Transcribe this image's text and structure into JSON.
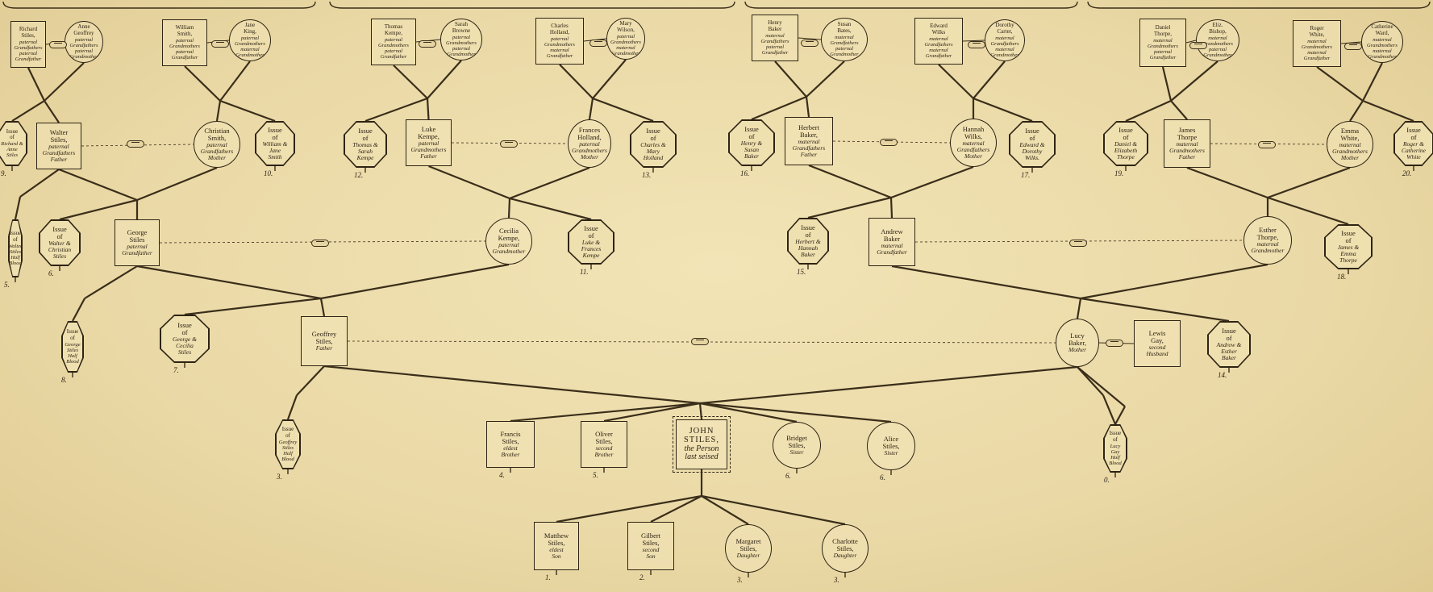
{
  "nodes": [
    {
      "id": "n1",
      "lines": [
        "Richard",
        "Stiles,",
        "paternal",
        "Grandfathers",
        "paternal",
        "Grandfather"
      ]
    },
    {
      "id": "n2",
      "lines": [
        "Anne",
        "Geoffrey",
        "paternal",
        "Grandfathers",
        "paternal",
        "Grandmother"
      ]
    },
    {
      "id": "n3",
      "lines": [
        "William",
        "Smith,",
        "paternal",
        "Grandmothers",
        "paternal",
        "Grandfather"
      ]
    },
    {
      "id": "n4",
      "lines": [
        "Jane",
        "King,",
        "paternal",
        "Grandmothers",
        "maternal",
        "Grandmother"
      ]
    },
    {
      "id": "n5",
      "lines": [
        "Thomas",
        "Kempe,",
        "paternal",
        "Grandmothers",
        "paternal",
        "Grandfather"
      ]
    },
    {
      "id": "n6",
      "lines": [
        "Sarah",
        "Browne",
        "paternal",
        "Grandmothers",
        "paternal",
        "Grandmother"
      ]
    },
    {
      "id": "n7",
      "lines": [
        "Charles",
        "Holland,",
        "paternal",
        "Grandmothers",
        "maternal",
        "Grandfather"
      ]
    },
    {
      "id": "n8",
      "lines": [
        "Mary",
        "Wilson,",
        "paternal",
        "Grandmothers",
        "maternal",
        "Grandmother"
      ]
    },
    {
      "id": "n9",
      "lines": [
        "Henry",
        "Baker",
        "maternal",
        "Grandfathers",
        "paternal",
        "Grandfather"
      ]
    },
    {
      "id": "n10",
      "lines": [
        "Susan",
        "Bates,",
        "maternal",
        "Grandfathers",
        "paternal",
        "Grandmother"
      ]
    },
    {
      "id": "n11",
      "lines": [
        "Edward",
        "Wilks",
        "maternal",
        "Grandfathers",
        "maternal",
        "Grandfather"
      ]
    },
    {
      "id": "n12",
      "lines": [
        "Dorothy",
        "Carter,",
        "maternal",
        "Grandfathers",
        "maternal",
        "Grandmother"
      ]
    },
    {
      "id": "n13",
      "lines": [
        "Daniel",
        "Thorpe,",
        "maternal",
        "Grandmothers",
        "paternal",
        "Grandfather"
      ]
    },
    {
      "id": "n14",
      "lines": [
        "Eliz.",
        "Bishop,",
        "maternal",
        "Grandmothers",
        "paternal",
        "Grandmother"
      ]
    },
    {
      "id": "n15",
      "lines": [
        "Roger",
        "White,",
        "maternal",
        "Grandmothers",
        "maternal",
        "Grandfather"
      ]
    },
    {
      "id": "n16",
      "lines": [
        "Catherine",
        "Ward,",
        "maternal",
        "Grandmothers",
        "maternal",
        "Grandmother"
      ]
    },
    {
      "id": "i9",
      "lines": [
        "Issue",
        "of",
        "Richard &",
        "Anne",
        "Stiles"
      ],
      "num": "9."
    },
    {
      "id": "walter",
      "lines": [
        "Walter",
        "Stiles,",
        "paternal",
        "Grandfathers",
        "Father"
      ]
    },
    {
      "id": "christian",
      "lines": [
        "Christian",
        "Smith,",
        "paternal",
        "Grandfathers",
        "Mother"
      ]
    },
    {
      "id": "i10",
      "lines": [
        "Issue",
        "of",
        "William &",
        "Jane",
        "Smith"
      ],
      "num": "10."
    },
    {
      "id": "i12",
      "lines": [
        "Issue",
        "of",
        "Thomas &",
        "Sarah",
        "Kempe"
      ],
      "num": "12."
    },
    {
      "id": "luke",
      "lines": [
        "Luke",
        "Kempe,",
        "paternal",
        "Grandmothers",
        "Father"
      ]
    },
    {
      "id": "frances",
      "lines": [
        "Frances",
        "Holland,",
        "paternal",
        "Grandmothers",
        "Mother"
      ]
    },
    {
      "id": "i13",
      "lines": [
        "Issue",
        "of",
        "Charles &",
        "Mary",
        "Holland"
      ],
      "num": "13."
    },
    {
      "id": "i16",
      "lines": [
        "Issue",
        "of",
        "Henry &",
        "Susan",
        "Baker"
      ],
      "num": "16."
    },
    {
      "id": "herbert",
      "lines": [
        "Herbert",
        "Baker,",
        "maternal",
        "Grandfathers",
        "Father"
      ]
    },
    {
      "id": "hannah",
      "lines": [
        "Hannah",
        "Wilks,",
        "maternal",
        "Grandfathers",
        "Mother"
      ]
    },
    {
      "id": "i17",
      "lines": [
        "Issue",
        "of",
        "Edward &",
        "Dorothy",
        "Wilks."
      ],
      "num": "17."
    },
    {
      "id": "i19",
      "lines": [
        "Issue",
        "of",
        "Daniel &",
        "Elizabeth",
        "Thorpe"
      ],
      "num": "19."
    },
    {
      "id": "james",
      "lines": [
        "James",
        "Thorpe",
        "maternal",
        "Grandmothers",
        "Father"
      ]
    },
    {
      "id": "emma",
      "lines": [
        "Emma",
        "White,",
        "maternal",
        "Grandmothers",
        "Mother"
      ]
    },
    {
      "id": "i20",
      "lines": [
        "Issue",
        "of",
        "Roger &",
        "Catherine",
        "White"
      ],
      "num": "20."
    },
    {
      "id": "i5",
      "lines": [
        "Issue",
        "of",
        "Walter",
        "Stiles",
        "Half",
        "Blood"
      ],
      "num": "5."
    },
    {
      "id": "i6",
      "lines": [
        "Issue",
        "of",
        "Walter &",
        "Christian",
        "Stiles"
      ],
      "num": "6."
    },
    {
      "id": "george",
      "lines": [
        "George",
        "Stiles",
        "paternal",
        "Grandfather"
      ]
    },
    {
      "id": "cecilia",
      "lines": [
        "Cecilia",
        "Kempe,",
        "paternal",
        "Grandmother"
      ]
    },
    {
      "id": "i11",
      "lines": [
        "Issue",
        "of",
        "Luke &",
        "Frances",
        "Kempe"
      ],
      "num": "11."
    },
    {
      "id": "i15",
      "lines": [
        "Issue",
        "of",
        "Herbert &",
        "Hannah",
        "Baker"
      ],
      "num": "15."
    },
    {
      "id": "andrew",
      "lines": [
        "Andrew",
        "Baker",
        "maternal",
        "Grandfather"
      ]
    },
    {
      "id": "esther",
      "lines": [
        "Esther",
        "Thorpe,",
        "maternal",
        "Grandmother"
      ]
    },
    {
      "id": "i18",
      "lines": [
        "Issue",
        "of",
        "James &",
        "Emma",
        "Thorpe"
      ],
      "num": "18."
    },
    {
      "id": "i8",
      "lines": [
        "Issue",
        "of",
        "George",
        "Stiles",
        "Half",
        "Blood"
      ],
      "num": "8."
    },
    {
      "id": "i7",
      "lines": [
        "Issue",
        "of",
        "George &",
        "Cecilia",
        "Stiles"
      ],
      "num": "7."
    },
    {
      "id": "geoffrey",
      "lines": [
        "Geoffrey",
        "Stiles,",
        "Father"
      ]
    },
    {
      "id": "lucy",
      "lines": [
        "Lucy",
        "Baker,",
        "Mother"
      ]
    },
    {
      "id": "lewis",
      "lines": [
        "Lewis",
        "Gay,",
        "second",
        "Husband"
      ]
    },
    {
      "id": "i14",
      "lines": [
        "Issue",
        "of",
        "Andrew &",
        "Esther",
        "Baker"
      ],
      "num": "14."
    },
    {
      "id": "i3",
      "lines": [
        "Issue",
        "of",
        "Geoffrey",
        "Stiles",
        "Half",
        "Blood"
      ],
      "num": "3."
    },
    {
      "id": "francis",
      "lines": [
        "Francis",
        "Stiles,",
        "eldest",
        "Brother"
      ],
      "num": "4."
    },
    {
      "id": "oliver",
      "lines": [
        "Oliver",
        "Stiles,",
        "second",
        "Brother"
      ],
      "num": "5."
    },
    {
      "id": "john",
      "lines": [
        "JOHN",
        "STILES,",
        "the Person",
        "last seised"
      ]
    },
    {
      "id": "bridget",
      "lines": [
        "Bridget",
        "Stiles,",
        "Sister"
      ],
      "num": "6."
    },
    {
      "id": "alice",
      "lines": [
        "Alice",
        "Stiles,",
        "Sister"
      ],
      "num": "6."
    },
    {
      "id": "ilucy",
      "lines": [
        "Issue",
        "of",
        "Lucy",
        "Gay",
        "Half",
        "Blood"
      ],
      "num": "0."
    },
    {
      "id": "matthew",
      "lines": [
        "Matthew",
        "Stiles,",
        "eldest",
        "Son"
      ],
      "num": "1."
    },
    {
      "id": "gilbert",
      "lines": [
        "Gilbert",
        "Stiles,",
        "second",
        "Son"
      ],
      "num": "2."
    },
    {
      "id": "margaret",
      "lines": [
        "Margaret",
        "Stiles,",
        "Daughter"
      ],
      "num": "3."
    },
    {
      "id": "charlotte",
      "lines": [
        "Charlotte",
        "Stiles,",
        "Daughter"
      ],
      "num": "3."
    }
  ]
}
